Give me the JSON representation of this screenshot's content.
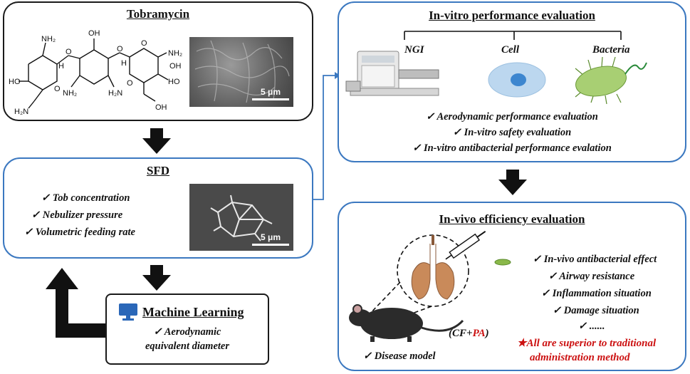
{
  "tobramycin": {
    "title": "Tobramycin",
    "atoms": [
      "NH₂",
      "OH",
      "HO",
      "NH₂",
      "HO",
      "H₂N",
      "O",
      "O",
      "O",
      "O",
      "O",
      "H",
      "H",
      "NH₂",
      "H₂N",
      "OH",
      "OH"
    ],
    "scale": "5 μm"
  },
  "sfd": {
    "title": "SFD",
    "items": [
      "✓ Tob concentration",
      "✓ Nebulizer pressure",
      "✓ Volumetric feeding rate"
    ],
    "scale": "5 μm"
  },
  "ml": {
    "title": "Machine Learning",
    "items": [
      "✓ Aerodynamic",
      "equivalent diameter"
    ]
  },
  "invitro": {
    "title": "In-vitro performance evaluation",
    "labels": [
      "NGI",
      "Cell",
      "Bacteria"
    ],
    "items": [
      "✓ Aerodynamic performance evaluation",
      "✓ In-vitro safety evaluation",
      "✓ In-vitro antibacterial performance evalation"
    ]
  },
  "invivo": {
    "title": "In-vivo efficiency evaluation",
    "items": [
      "✓ In-vivo antibacterial effect",
      "✓ Airway resistance",
      "✓ Inflammation situation",
      "✓ Damage situation",
      "✓ ......"
    ],
    "model_prefix": "(CF+",
    "model_pa": "PA",
    "model_suffix": ")",
    "disease": "✓ Disease model",
    "conclusion_line1": "★All are superior to traditional",
    "conclusion_line2": "administration method"
  },
  "colors": {
    "accent_blue": "#3b78c0",
    "red": "#cc1111",
    "bacteria": "#a8cf73",
    "cell": "#bcd7ef",
    "lung": "#c98a5a"
  }
}
